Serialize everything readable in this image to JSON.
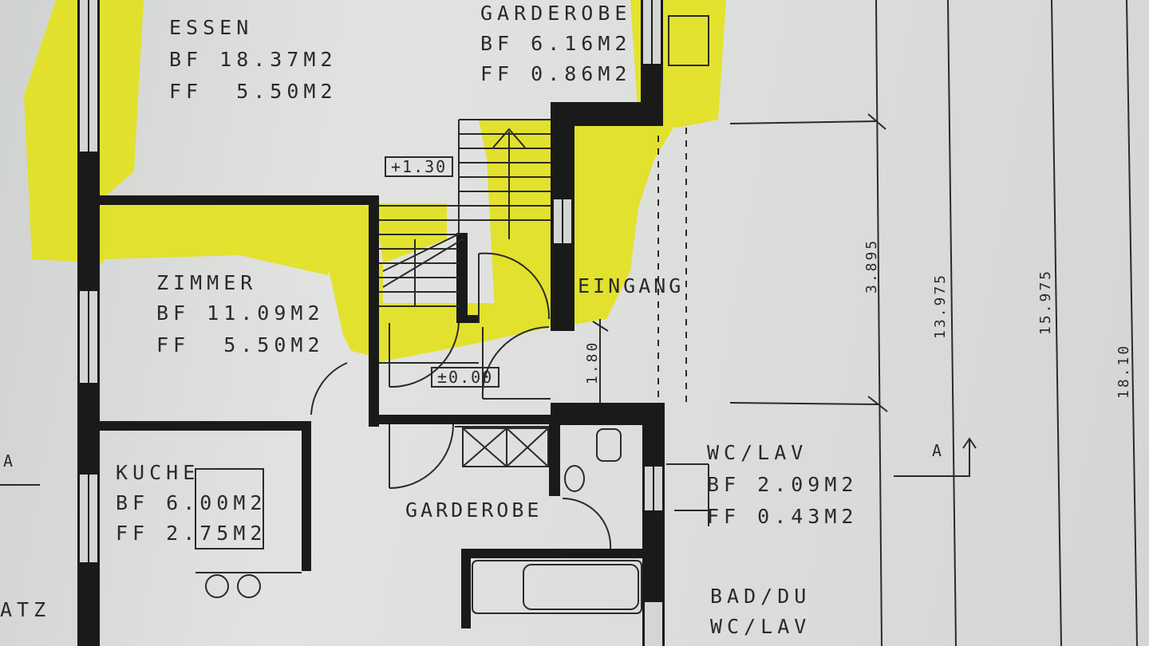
{
  "rooms": {
    "essen": {
      "name": "ESSEN",
      "bf": "BF 18.37M2",
      "ff": "FF  5.50M2"
    },
    "garderobe_top": {
      "name": "GARDEROBE",
      "bf": "BF 6.16M2",
      "ff": "FF 0.86M2"
    },
    "zimmer": {
      "name": "ZIMMER",
      "bf": "BF 11.09M2",
      "ff": "FF  5.50M2"
    },
    "kuche": {
      "name": "KUCHE",
      "bf": "BF 6.00M2",
      "ff": "FF 2.75M2"
    },
    "garderobe_bottom": {
      "name": "GARDEROBE"
    },
    "wc_lav": {
      "name": "WC/LAV",
      "bf": "BF 2.09M2",
      "ff": "FF 0.43M2"
    },
    "bad": {
      "name": "BAD/DU",
      "sub": "WC/LAV"
    },
    "eingang": {
      "name": "EINGANG"
    },
    "platz": {
      "name": "ATZ"
    }
  },
  "levels": {
    "upper": "+1.30",
    "ground": "±0.00"
  },
  "dimensions": {
    "d1": "1.80",
    "d2": "3.895",
    "d3": "13.975",
    "d4": "15.975",
    "d5": "18.10"
  },
  "section_marker": "A",
  "highlight_color": "#e3e21f"
}
